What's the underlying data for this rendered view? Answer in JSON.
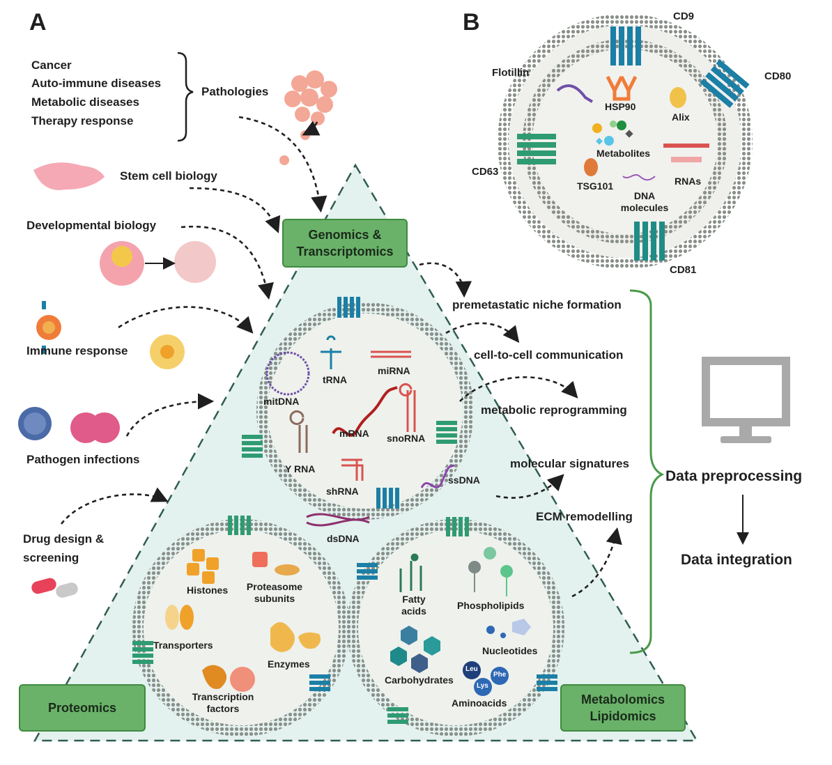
{
  "panels": {
    "a": "A",
    "b": "B"
  },
  "pathologies": {
    "items": [
      "Cancer",
      "Auto-immune diseases",
      "Metabolic diseases",
      "Therapy response"
    ],
    "label": "Pathologies"
  },
  "applications": {
    "stem_cell": "Stem cell biology",
    "developmental": "Developmental biology",
    "immune": "Immune response",
    "pathogen": "Pathogen infections",
    "drug_line1": "Drug design &",
    "drug_line2": "screening"
  },
  "omics": {
    "genomics_line1": "Genomics &",
    "genomics_line2": "Transcriptomics",
    "proteomics": "Proteomics",
    "metabolomics_line1": "Metabolomics",
    "metabolomics_line2": "Lipidomics"
  },
  "nucleic_acids": {
    "mitdna": "mitDNA",
    "trna": "tRNA",
    "mirna": "miRNA",
    "mrna": "mRNA",
    "snorna": "snoRNA",
    "yrna": "Y RNA",
    "shrna": "shRNA",
    "ssdna": "ssDNA",
    "dsdna": "dsDNA"
  },
  "proteins": {
    "histones": "Histones",
    "proteasome_line1": "Proteasome",
    "proteasome_line2": "subunits",
    "transporters": "Transporters",
    "enzymes": "Enzymes",
    "tf_line1": "Transcription",
    "tf_line2": "factors"
  },
  "metabolites": {
    "fatty_line1": "Fatty",
    "fatty_line2": "acids",
    "phospholipids": "Phospholipids",
    "nucleotides": "Nucleotides",
    "carbohydrates": "Carbohydrates",
    "aminoacids": "Aminoacids",
    "leu": "Leu",
    "phe": "Phe",
    "lys": "Lys"
  },
  "outcomes": {
    "premetastatic": "premetastatic niche formation",
    "communication": "cell-to-cell communication",
    "metabolic": "metabolic reprogramming",
    "signatures": "molecular signatures",
    "ecm": "ECM remodelling"
  },
  "data": {
    "preprocessing": "Data preprocessing",
    "integration": "Data integration"
  },
  "vesicle_b": {
    "cd9": "CD9",
    "cd80": "CD80",
    "cd63": "CD63",
    "cd81": "CD81",
    "flotillin": "Flotillin",
    "hsp90": "HSP90",
    "alix": "Alix",
    "metabolites": "Metabolites",
    "tsg101": "TSG101",
    "dna_line1": "DNA",
    "dna_line2": "molecules",
    "rnas": "RNAs"
  },
  "colors": {
    "box_fill": "#6ab26a",
    "box_border": "#3f8a3f",
    "triangle_fill": "#e3f1ef",
    "membrane": "#8f958f",
    "tetraspanin_blue": "#1b7fa6",
    "tetraspanin_green": "#2f9b72",
    "rna_red": "#c0392b",
    "brace_green": "#4a9a4a",
    "monitor_grey": "#a9a9a9"
  }
}
